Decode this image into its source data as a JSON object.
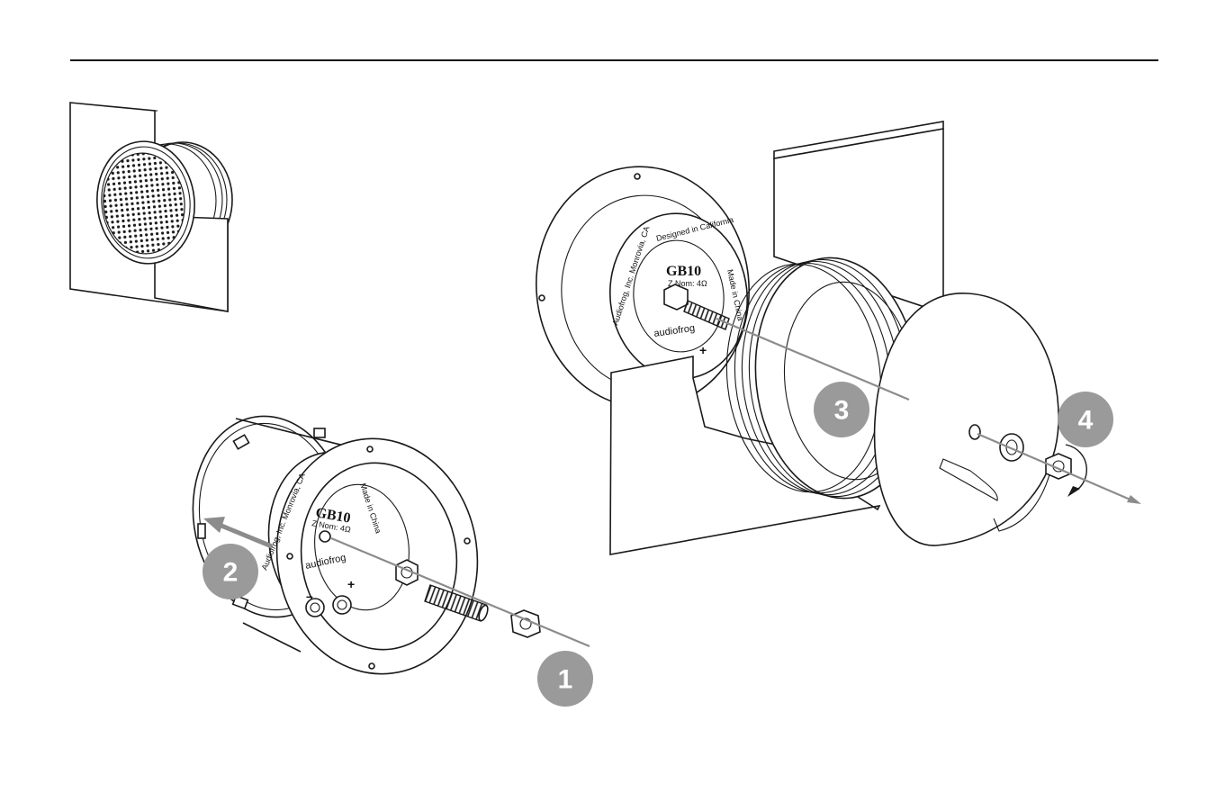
{
  "colors": {
    "badge_fill": "#9a9a9a",
    "axis_gray": "#8c8c8c",
    "line": "#1a1a1a"
  },
  "steps": [
    {
      "number": "1"
    },
    {
      "number": "2"
    },
    {
      "number": "3"
    },
    {
      "number": "4"
    }
  ],
  "back_plate": {
    "model": "GB10",
    "impedance": "Z Nom: 4Ω",
    "ring_text_left": "Audiofrog, Inc. Monrovia, CA",
    "ring_text_top": "Designed in California",
    "ring_text_right": "Made in China",
    "brand": "audiofrog",
    "plus": "+",
    "minus": "–"
  }
}
